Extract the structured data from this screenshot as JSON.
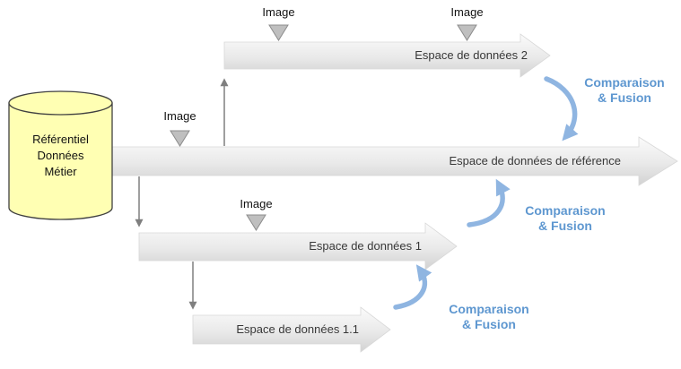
{
  "database": {
    "label": "Référentiel\nDonnées\nMétier"
  },
  "bands": [
    {
      "label": "Espace de données 2"
    },
    {
      "label": "Espace de données de référence"
    },
    {
      "label": "Espace de données 1"
    },
    {
      "label": "Espace de données 1.1"
    }
  ],
  "image_markers": [
    {
      "label": "Image"
    },
    {
      "label": "Image"
    },
    {
      "label": "Image"
    },
    {
      "label": "Image"
    }
  ],
  "merge_labels": [
    {
      "label": "Comparaison\n& Fusion"
    },
    {
      "label": "Comparaison\n& Fusion"
    },
    {
      "label": "Comparaison\n& Fusion"
    }
  ],
  "colors": {
    "band_fill_top": "#fbfbfb",
    "band_fill_bottom": "#d2d2d2",
    "cylinder_fill": "#ffffb3",
    "cylinder_stroke": "#404040",
    "blue_arrow": "#8fb5e1",
    "blue_text": "#5e97d0",
    "gray_arrow": "#7f7f7f",
    "marker_triangle": "#bfbfbf"
  }
}
